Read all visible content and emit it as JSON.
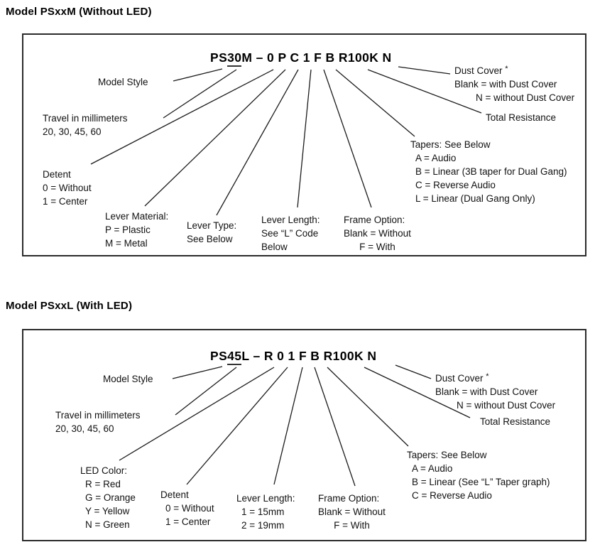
{
  "sections": [
    {
      "title": "Model PSxxM (Without LED)",
      "part_number": {
        "pre": "PS",
        "travel_code": "30",
        "post": "M – 0 P C 1 F B R100K N"
      },
      "labels": {
        "model_style": "Model Style",
        "travel_1": "Travel in millimeters",
        "travel_2": "20, 30, 45, 60",
        "detent_1": "Detent",
        "detent_2": "0 = Without",
        "detent_3": "1 = Center",
        "lever_material_1": "Lever Material:",
        "lever_material_2": "P = Plastic",
        "lever_material_3": "M = Metal",
        "lever_type_1": "Lever Type:",
        "lever_type_2": "See Below",
        "lever_length_1": "Lever Length:",
        "lever_length_2": "See “L” Code",
        "lever_length_3": "Below",
        "frame_option_1": "Frame Option:",
        "frame_option_2": "Blank = Without",
        "frame_option_3": "F = With",
        "tapers_1": "Tapers: See Below",
        "tapers_2": "A = Audio",
        "tapers_3": "B = Linear (3B taper for Dual Gang)",
        "tapers_4": "C = Reverse Audio",
        "tapers_5": "L = Linear (Dual Gang Only)",
        "total_resistance": "Total Resistance",
        "dust_cover_1": "Dust Cover ",
        "dust_cover_star": "*",
        "dust_cover_2": "Blank = with Dust Cover",
        "dust_cover_3": "N = without Dust Cover"
      }
    },
    {
      "title": "Model PSxxL (With LED)",
      "part_number": {
        "pre": "PS",
        "travel_code": "45",
        "post": "L – R 0 1 F B R100K N"
      },
      "labels": {
        "model_style": "Model Style",
        "travel_1": "Travel in millimeters",
        "travel_2": "20, 30, 45, 60",
        "led_color_1": "LED Color:",
        "led_color_2": "R = Red",
        "led_color_3": "G = Orange",
        "led_color_4": "Y = Yellow",
        "led_color_5": "N = Green",
        "detent_1": "Detent",
        "detent_2": "0 = Without",
        "detent_3": "1 = Center",
        "lever_length_1": "Lever Length:",
        "lever_length_2": "1 = 15mm",
        "lever_length_3": "2 = 19mm",
        "frame_option_1": "Frame Option:",
        "frame_option_2": "Blank = Without",
        "frame_option_3": "F = With",
        "tapers_1": "Tapers: See Below",
        "tapers_2": "A = Audio",
        "tapers_3": "B = Linear (See “L” Taper graph)",
        "tapers_4": "C = Reverse Audio",
        "total_resistance": "Total Resistance",
        "dust_cover_1": "Dust Cover ",
        "dust_cover_star": "*",
        "dust_cover_2": "Blank = with Dust Cover",
        "dust_cover_3": "N = without Dust Cover"
      }
    }
  ]
}
